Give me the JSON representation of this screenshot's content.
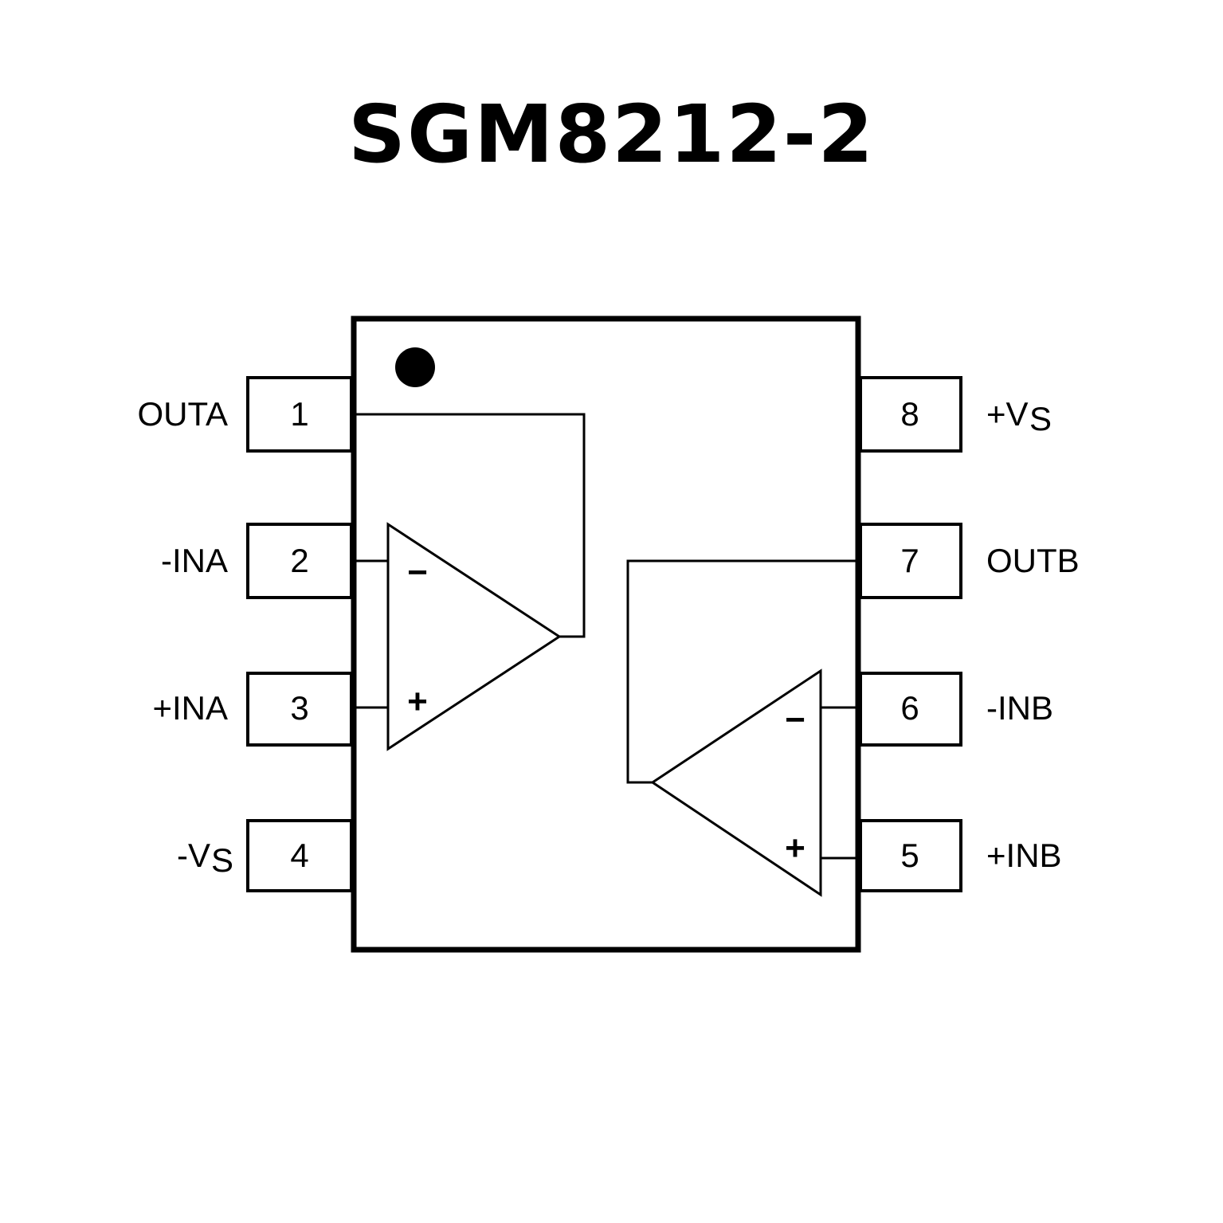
{
  "title": "SGM8212-2",
  "package": {
    "pins": [
      {
        "number": "1",
        "label": "OUTA",
        "sub": ""
      },
      {
        "number": "2",
        "label": "-INA",
        "sub": ""
      },
      {
        "number": "3",
        "label": "+INA",
        "sub": ""
      },
      {
        "number": "4",
        "label": "-V",
        "sub": "S"
      },
      {
        "number": "5",
        "label": "+INB",
        "sub": ""
      },
      {
        "number": "6",
        "label": "-INB",
        "sub": ""
      },
      {
        "number": "7",
        "label": "OUTB",
        "sub": ""
      },
      {
        "number": "8",
        "label": "+V",
        "sub": "S"
      }
    ]
  },
  "amplifiers": {
    "a": {
      "minus": "−",
      "plus": "+"
    },
    "b": {
      "minus": "−",
      "plus": "+"
    }
  }
}
